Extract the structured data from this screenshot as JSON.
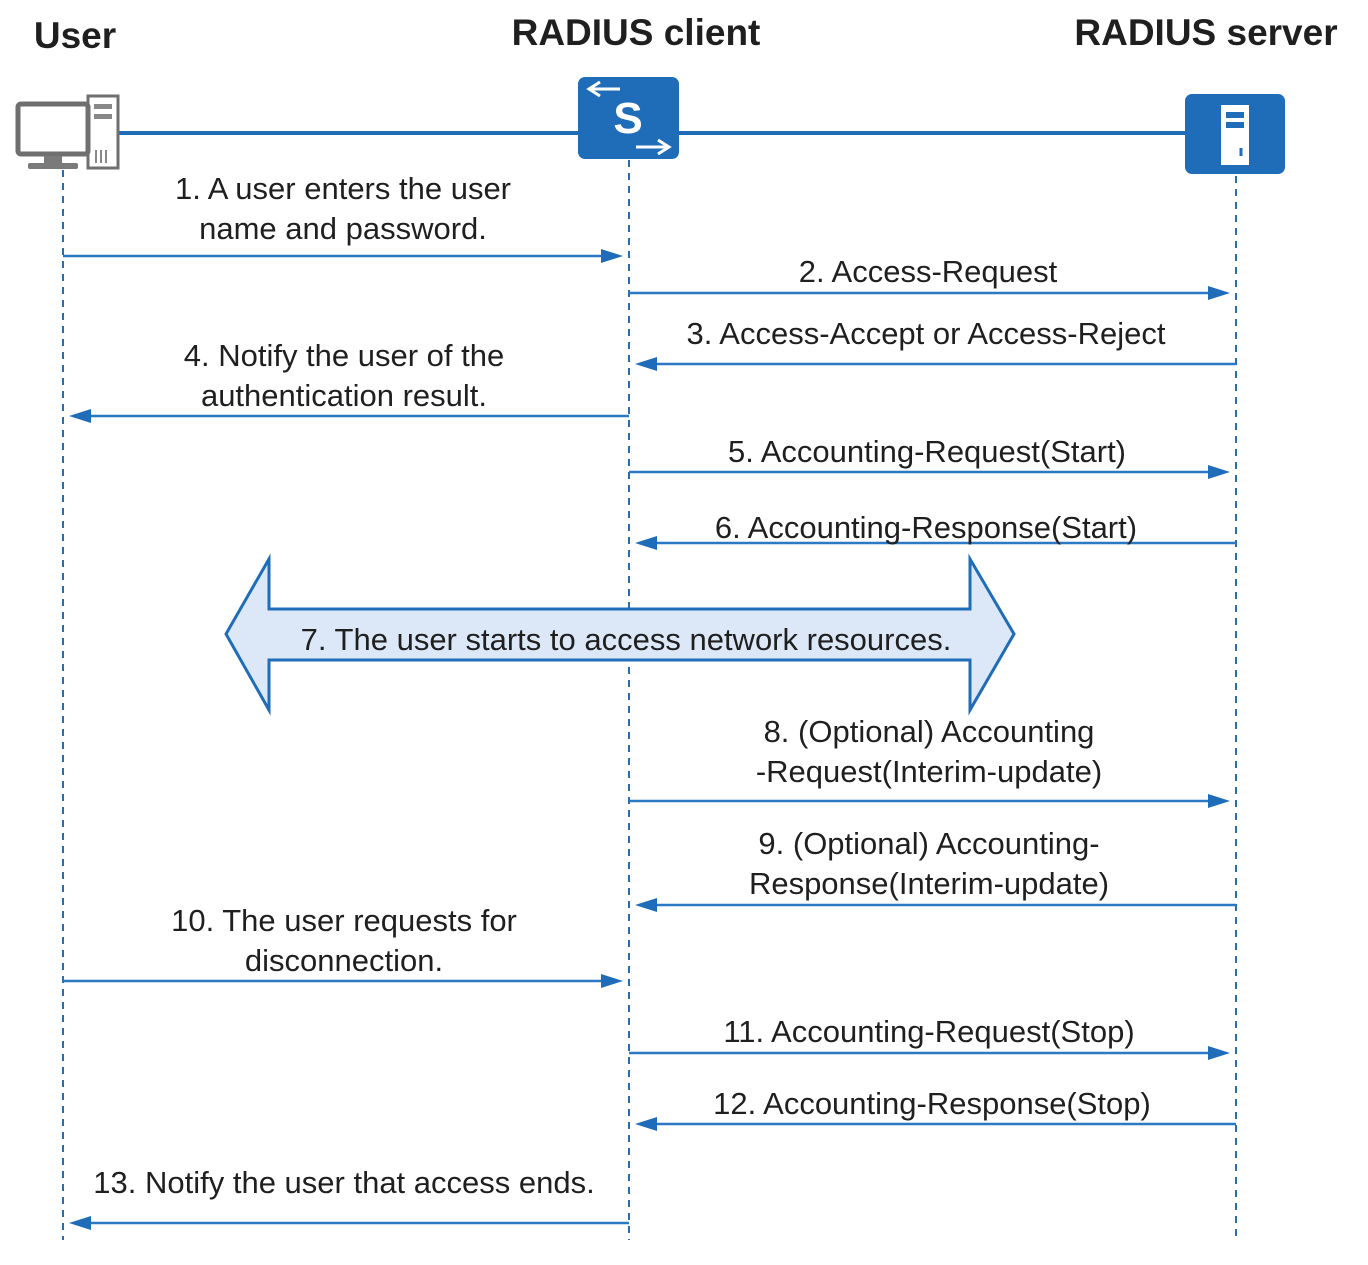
{
  "participants": [
    {
      "id": "user",
      "label": "User",
      "icon": "computer-icon"
    },
    {
      "id": "client",
      "label": "RADIUS client",
      "icon": "switch-icon"
    },
    {
      "id": "server",
      "label": "RADIUS server",
      "icon": "server-icon"
    }
  ],
  "messages": [
    {
      "from": "user",
      "to": "client",
      "lines": [
        "1. A user enters the user",
        "name and password."
      ]
    },
    {
      "from": "client",
      "to": "server",
      "lines": [
        "2. Access-Request"
      ]
    },
    {
      "from": "server",
      "to": "client",
      "lines": [
        "3. Access-Accept or Access-Reject"
      ]
    },
    {
      "from": "client",
      "to": "user",
      "lines": [
        "4. Notify the user of the",
        "authentication result."
      ]
    },
    {
      "from": "client",
      "to": "server",
      "lines": [
        "5. Accounting-Request(Start)"
      ]
    },
    {
      "from": "server",
      "to": "client",
      "lines": [
        "6. Accounting-Response(Start)"
      ]
    },
    {
      "from": "client",
      "to": "server",
      "lines": [
        "8. (Optional) Accounting",
        "-Request(Interim-update)"
      ]
    },
    {
      "from": "server",
      "to": "client",
      "lines": [
        "9. (Optional) Accounting-",
        "Response(Interim-update)"
      ]
    },
    {
      "from": "user",
      "to": "client",
      "lines": [
        "10. The user requests for",
        "disconnection."
      ]
    },
    {
      "from": "client",
      "to": "server",
      "lines": [
        "11. Accounting-Request(Stop)"
      ]
    },
    {
      "from": "server",
      "to": "client",
      "lines": [
        "12. Accounting-Response(Stop)"
      ]
    },
    {
      "from": "client",
      "to": "user",
      "lines": [
        "13. Notify the user that access ends."
      ]
    }
  ],
  "access_arrow": {
    "label": "7. The user starts to access network resources."
  },
  "colors": {
    "accent": "#1f6cb8",
    "arrow_fill": "#dce8f7",
    "line": "#2b78c4"
  }
}
